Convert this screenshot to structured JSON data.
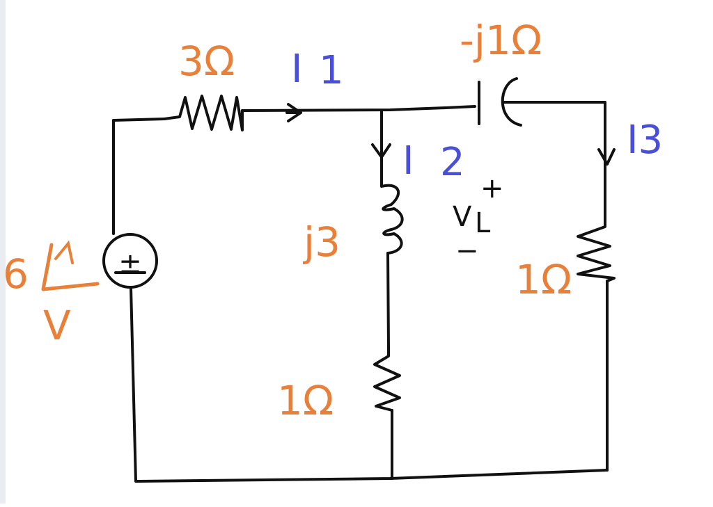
{
  "colors": {
    "wire": "#111111",
    "value_label": "#e8803a",
    "current_label": "#4a4fd8",
    "background": "#ffffff"
  },
  "labels": {
    "r_top": "3Ω",
    "capacitor": "-j1Ω",
    "source_magnitude": "6",
    "source_unit": "V",
    "inductor": "j3",
    "r_middle": "1Ω",
    "r_right": "1Ω",
    "i1_main": "I",
    "i1_sub": "1",
    "i2_main": "I",
    "i2_sub": "2",
    "i3": "I3",
    "vl_main": "V",
    "vl_sub": "L",
    "plus": "+",
    "minus": "−",
    "source_symbol": "±"
  },
  "icons": {
    "source": "voltage-source-icon",
    "resistor": "resistor-icon",
    "capacitor": "capacitor-icon",
    "inductor": "inductor-icon",
    "arrow": "arrow-icon"
  }
}
